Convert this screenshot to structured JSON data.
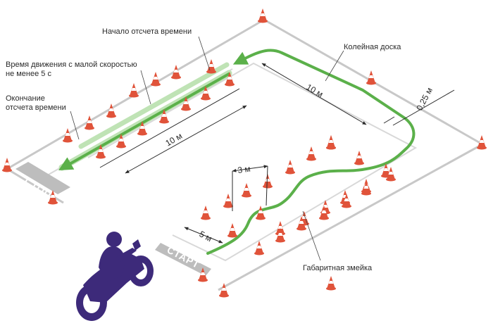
{
  "labels": {
    "time_start": "Начало отсчета времени",
    "slow_speed_line1": "Время движения с малой скоростью",
    "slow_speed_line2": "не менее  5 с",
    "time_end_line1": "Окончание",
    "time_end_line2": "отсчета времени",
    "track_board": "Колейная доска",
    "slalom": "Габаритная змейка"
  },
  "dimensions": {
    "board_length": "10 м",
    "lane_length": "10 м",
    "board_width": "0,25 м",
    "snake_gap": "3 м",
    "start_gap": "5 м"
  },
  "ground_text": {
    "start": "СТАРТ",
    "stop": "СТОП"
  },
  "colors": {
    "route": "#5bb04a",
    "route_dark": "#3f8f35",
    "cone": "#e0533a",
    "cone_stripe": "#ffffff",
    "outline": "#c8c8c8",
    "rider": "#3d2a7a"
  },
  "icons": {
    "vehicle": "motorcycle-rider-icon",
    "marker": "traffic-cone-icon"
  }
}
